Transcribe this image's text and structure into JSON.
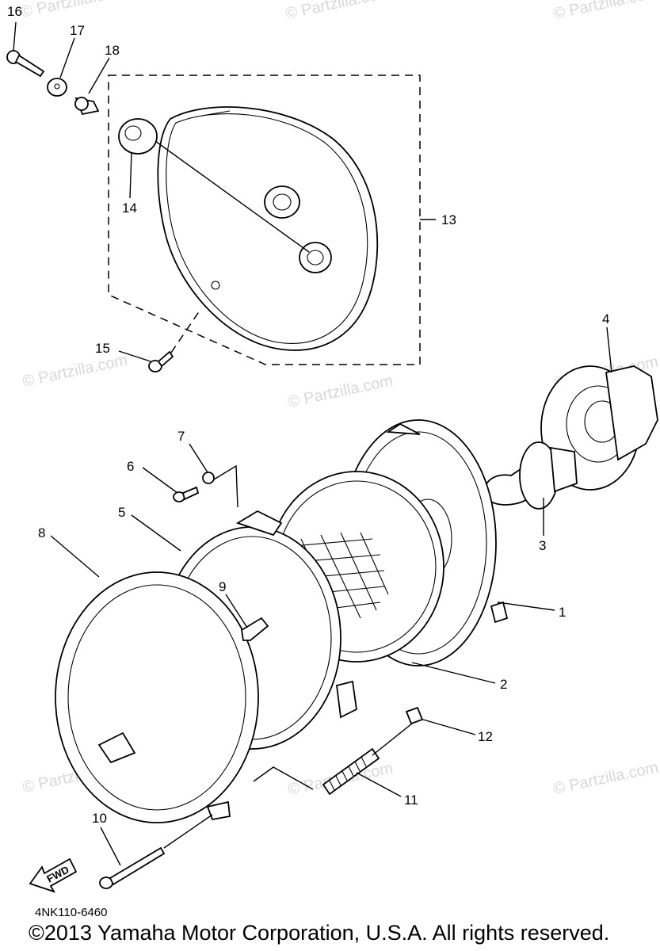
{
  "watermark": "© Partzilla.com",
  "diagram_code": "4NK110-6460",
  "copyright": "©2013 Yamaha Motor Corporation, U.S.A. All rights reserved.",
  "fwd_label": "FWD",
  "callouts": [
    "1",
    "2",
    "3",
    "4",
    "5",
    "6",
    "7",
    "8",
    "9",
    "10",
    "11",
    "12",
    "13",
    "14",
    "15",
    "16",
    "17",
    "18"
  ]
}
